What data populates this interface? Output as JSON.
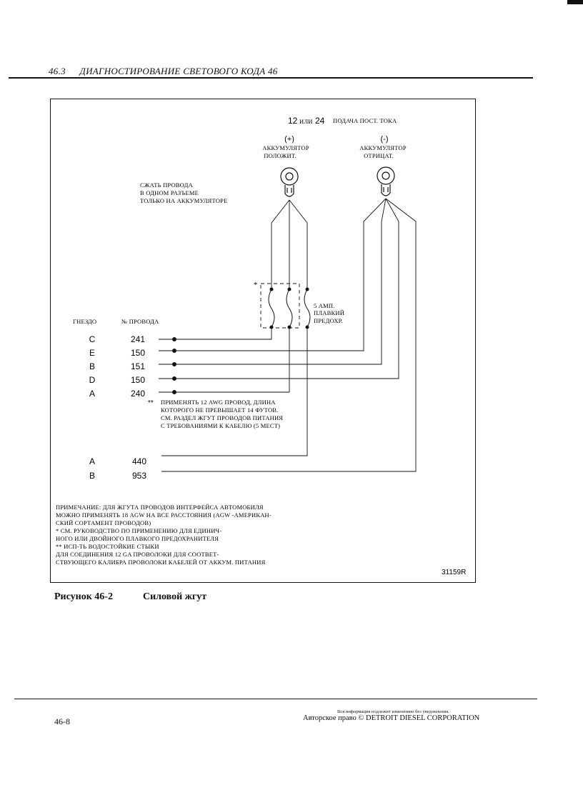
{
  "header": {
    "section_number": "46.3",
    "section_title": "ДИАГНОСТИРОВАНИЕ СВЕТОВОГО КОДА 46"
  },
  "diagram": {
    "supply": {
      "v12": "12",
      "or": "ИЛИ",
      "v24": "24",
      "label": "ПОДАЧА ПОСТ. ТОКА"
    },
    "positive": {
      "sign": "(+)",
      "line1": "АККУМУЛЯТОР",
      "line2": "ПОЛОЖИТ."
    },
    "negative": {
      "sign": "(-)",
      "line1": "АККУМУЛЯТОР",
      "line2": "ОТРИЦАТ."
    },
    "crimp_note": [
      "СЖАТЬ ПРОВОДА",
      "В ОДНОМ РАЗЪЕМЕ",
      "ТОЛЬКО НА АККУМУЛЯТОРЕ"
    ],
    "fuse": {
      "star": "*",
      "line1": "5 АМП.",
      "line2": "ПЛАВКИЙ",
      "line3": "ПРЕДОХР."
    },
    "col_socket": "ГНЕЗДО",
    "col_wire": "№ ПРОВОДА",
    "rows": [
      {
        "socket": "C",
        "wire": "241"
      },
      {
        "socket": "E",
        "wire": "150"
      },
      {
        "socket": "B",
        "wire": "151"
      },
      {
        "socket": "D",
        "wire": "150"
      },
      {
        "socket": "A",
        "wire": "240"
      }
    ],
    "rows2": [
      {
        "socket": "A",
        "wire": "440"
      },
      {
        "socket": "B",
        "wire": "953"
      }
    ],
    "awg_note": {
      "stars": "**",
      "lines": [
        "ПРИМЕНЯТЬ 12 AWG ПРОВОД, ДЛИНА",
        "КОТОРОГО НЕ ПРЕВЫШАЕТ 14 ФУТОВ.",
        "СМ. РАЗДЕЛ ЖГУТ ПРОВОДОВ ПИТАНИЯ",
        "С ТРЕБОВАНИЯМИ К КАБЕЛЮ (5 МЕСТ)"
      ]
    },
    "notes": [
      "ПРИМЕЧАНИЕ: ДЛЯ ЖГУТА ПРОВОДОВ ИНТЕРФЕЙСА АВТОМОБИЛЯ",
      "МОЖНО ПРИМЕНЯТЬ 18 AGW НА ВСЕ РАССТОЯНИЯ (AGW -АМЕРИКАН-",
      "СКИЙ СОРТАМЕНТ ПРОВОДОВ)",
      "* СМ. РУКОВОДСТВО ПО ПРИМЕНЕНИЮ ДЛЯ ЕДИНИЧ-",
      "НОГО ИЛИ ДВОЙНОГО ПЛАВКОГО ПРЕДОХРАНИТЕЛЯ",
      "** ИСП-ТЬ ВОДОСТОЙКИЕ СТЫКИ",
      "ДЛЯ СОЕДИНЕНИЯ 12 GA ПРОВОЛОКИ ДЛЯ СООТВЕТ-",
      "СТВУЮЩЕГО КАЛИБРА  ПРОВОЛОКИ КАБЕЛЕЙ ОТ АККУМ. ПИТАНИЯ"
    ],
    "figure_code": "31159R"
  },
  "caption": {
    "label": "Рисунок 46-2",
    "title": "Силовой жгут"
  },
  "footer": {
    "page": "46-8",
    "notice": "Вся информация подлежит изменению без уведомления.",
    "copyright": "Авторское право © DETROIT DIESEL CORPORATION"
  }
}
